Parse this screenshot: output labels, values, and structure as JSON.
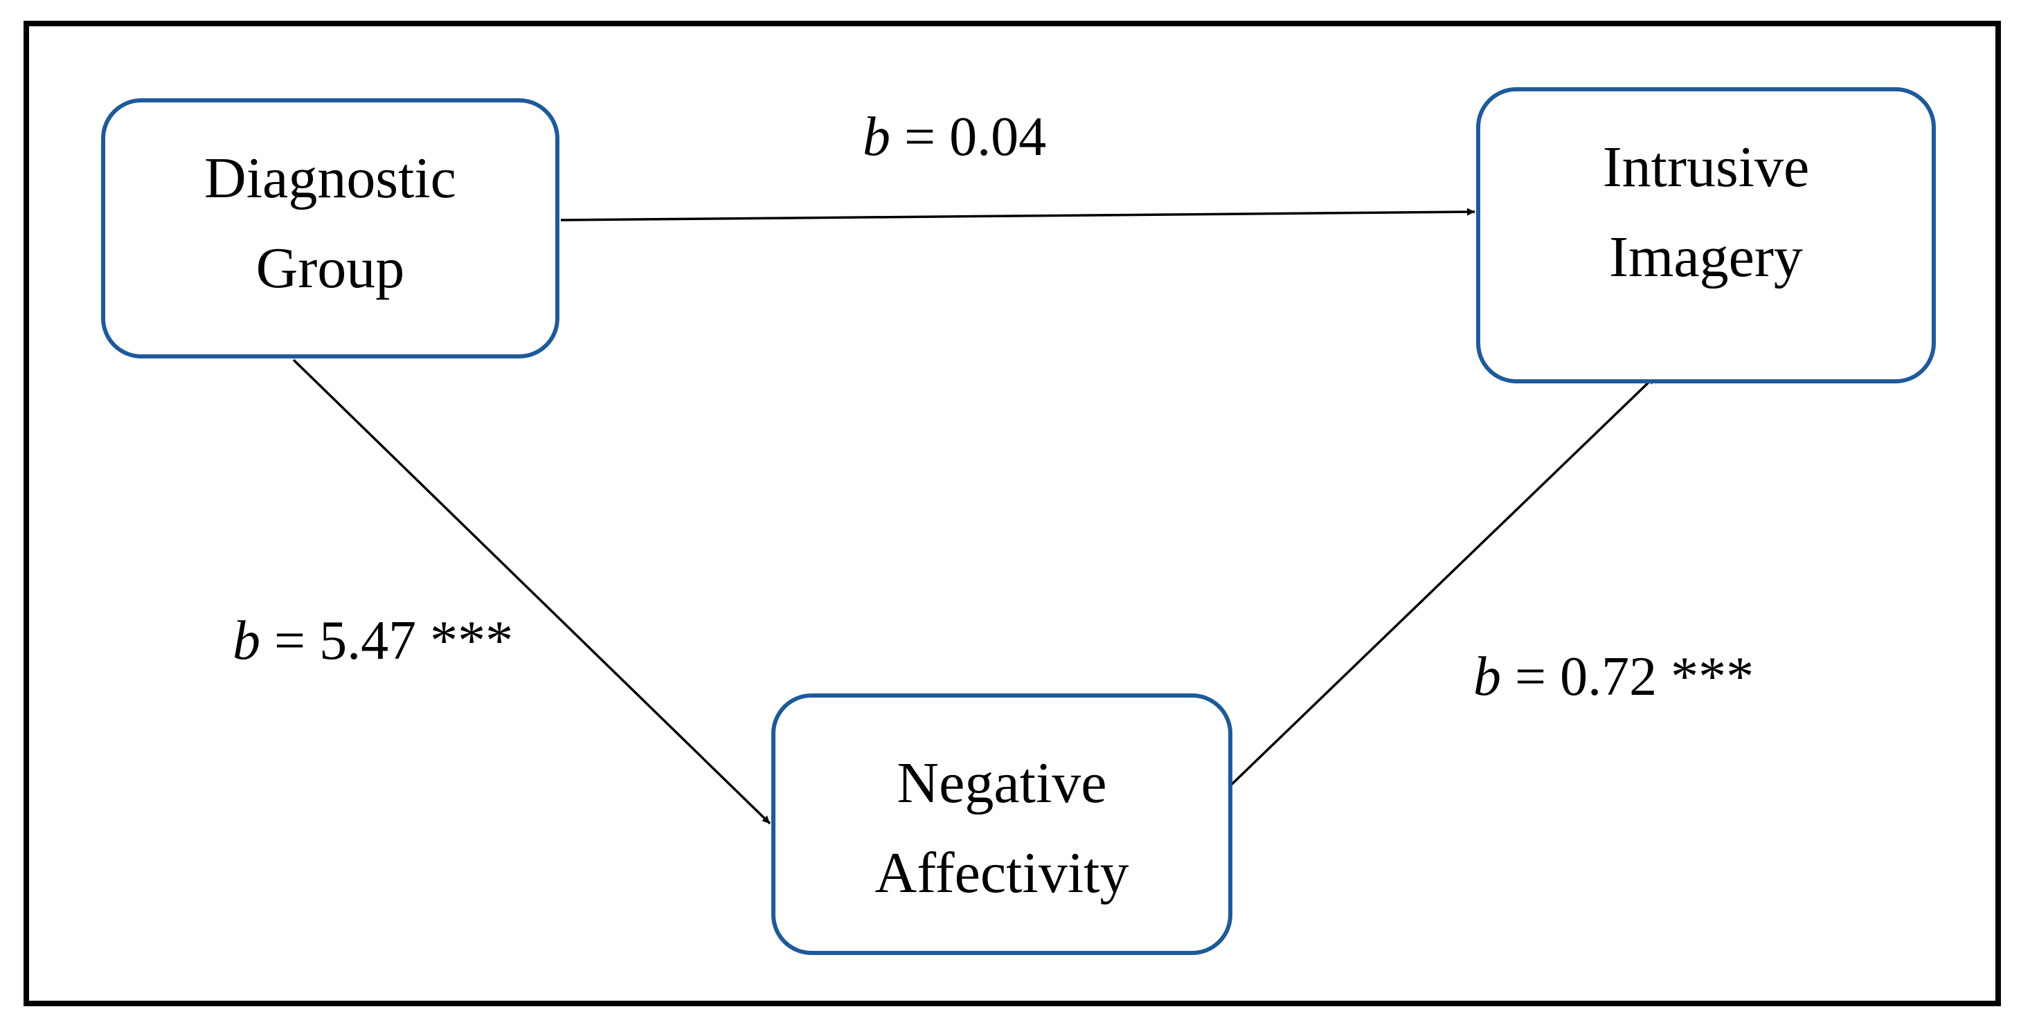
{
  "diagram": {
    "nodes": {
      "predictor": {
        "lines": [
          "Diagnostic",
          "Group"
        ]
      },
      "outcome": {
        "lines": [
          "Intrusive",
          "Imagery"
        ]
      },
      "mediator": {
        "lines": [
          "Negative",
          "Affectivity"
        ]
      }
    },
    "paths": {
      "direct": {
        "from": "Diagnostic Group",
        "to": "Intrusive Imagery",
        "symbol": "b",
        "value": "= 0.04"
      },
      "a": {
        "from": "Diagnostic Group",
        "to": "Negative Affectivity",
        "symbol": "b",
        "value": "= 5.47 ***"
      },
      "b": {
        "from": "Negative Affectivity",
        "to": "Intrusive Imagery",
        "symbol": "b",
        "value": "= 0.72 ***"
      }
    },
    "colors": {
      "node_border": "#1e5a99",
      "arrow": "#000000",
      "frame": "#000000"
    }
  }
}
